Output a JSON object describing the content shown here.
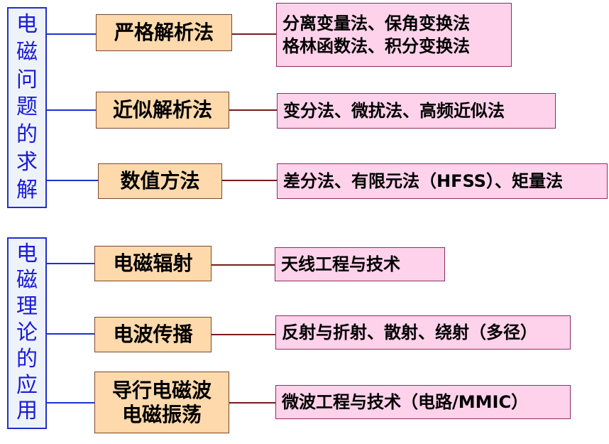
{
  "groups": [
    {
      "vertical_title": [
        "电",
        "磁",
        "问",
        "题",
        "的",
        "求",
        "解"
      ],
      "rows": [
        {
          "method": "严格解析法",
          "detail": [
            "分离变量法、保角变换法",
            "格林函数法、积分变换法"
          ]
        },
        {
          "method": "近似解析法",
          "detail": [
            "变分法、微扰法、高频近似法"
          ]
        },
        {
          "method": "数值方法",
          "detail": [
            "差分法、有限元法（HFSS）、矩量法"
          ]
        }
      ]
    },
    {
      "vertical_title": [
        "电",
        "磁",
        "理",
        "论",
        "的",
        "应",
        "用"
      ],
      "rows": [
        {
          "method": "电磁辐射",
          "detail": [
            "天线工程与技术"
          ]
        },
        {
          "method": "电波传播",
          "detail": [
            "反射与折射、散射、绕射（多径）"
          ]
        },
        {
          "method": "导行电磁波\n电磁振荡",
          "method_lines": [
            "导行电磁波",
            "电磁振荡"
          ],
          "detail": [
            "微波工程与技术（电路/MMIC）"
          ]
        }
      ]
    }
  ],
  "colors": {
    "title_border": "#1f2fd0",
    "title_text": "#1a1ad8",
    "method_fill": "#fdd9ac",
    "detail_fill": "#fed2eb",
    "connector_left": "#1f2fd0",
    "connector_right": "#7a1a1a"
  }
}
